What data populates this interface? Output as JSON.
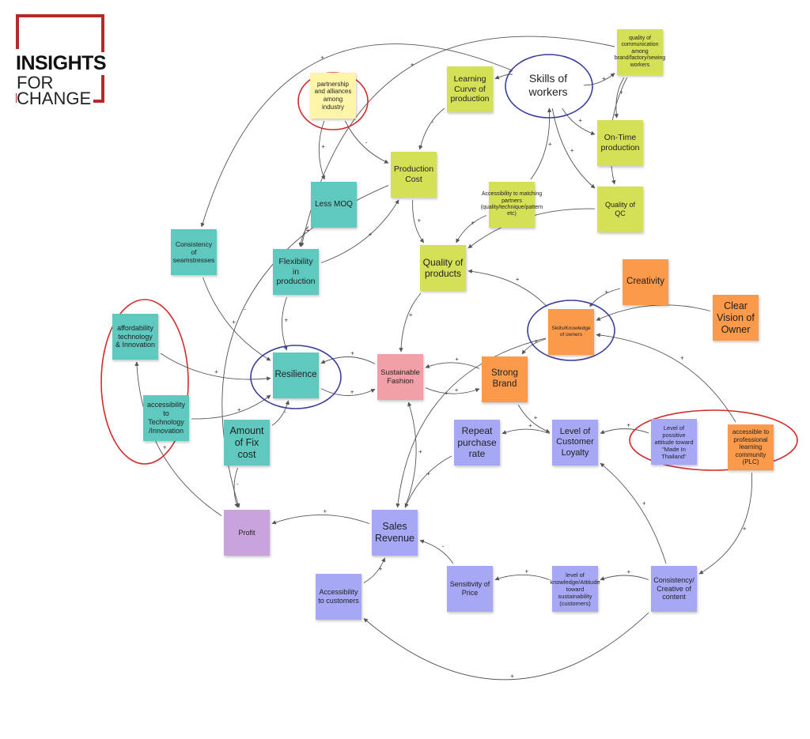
{
  "logo": {
    "line1": "INSIGHTS",
    "line2": "FOR",
    "line3": "CHANGE"
  },
  "colors": {
    "yellow": "#fff5a8",
    "lime": "#d4e157",
    "teal": "#5fc9bf",
    "pink": "#f2a0a8",
    "orange": "#fb9a4a",
    "blue": "#a6a8f5",
    "purple": "#c9a4dc",
    "ring_red": "#d22d2d",
    "ring_blue": "#3a3f9c",
    "edge": "#555555"
  },
  "nodes": [
    {
      "id": "partnership",
      "label": "partnership and alliances among industry",
      "color": "yellow"
    },
    {
      "id": "learning_curve",
      "label": "Learning Curve of production",
      "color": "lime"
    },
    {
      "id": "skills_workers",
      "label": "Skills of workers",
      "color": "lime"
    },
    {
      "id": "quality_comm",
      "label": "quality of communication among brand/factory/sewing workers",
      "color": "lime"
    },
    {
      "id": "ontime",
      "label": "On-Time production",
      "color": "lime"
    },
    {
      "id": "production_cost",
      "label": "Production Cost",
      "color": "lime"
    },
    {
      "id": "accessibility_partners",
      "label": "Accessibility to matching partners (quality/technique/pattern etc)",
      "color": "lime"
    },
    {
      "id": "quality_qc",
      "label": "Quality of QC",
      "color": "lime"
    },
    {
      "id": "quality_products",
      "label": "Quality of products",
      "color": "lime"
    },
    {
      "id": "less_moq",
      "label": "Less MOQ",
      "color": "teal"
    },
    {
      "id": "consistency_seam",
      "label": "Consistency of seamstresses",
      "color": "teal"
    },
    {
      "id": "flexibility",
      "label": "Flexibility in production",
      "color": "teal"
    },
    {
      "id": "affordability",
      "label": "affordability technology & Innovation",
      "color": "teal"
    },
    {
      "id": "resilience",
      "label": "Resilience",
      "color": "teal"
    },
    {
      "id": "access_tech",
      "label": "accessibility to Technology /Innovation",
      "color": "teal"
    },
    {
      "id": "fix_cost",
      "label": "Amount of Fix cost",
      "color": "teal"
    },
    {
      "id": "sustainable",
      "label": "Sustainable Fashion",
      "color": "pink"
    },
    {
      "id": "creativity",
      "label": "Creativity",
      "color": "orange"
    },
    {
      "id": "skills_owners",
      "label": "Skills/Knowledge of owners",
      "color": "orange"
    },
    {
      "id": "clear_vision",
      "label": "Clear Vision of Owner",
      "color": "orange"
    },
    {
      "id": "strong_brand",
      "label": "Strong Brand",
      "color": "orange"
    },
    {
      "id": "plc",
      "label": "accessible to professional learning community (PLC)",
      "color": "orange"
    },
    {
      "id": "repeat",
      "label": "Repeat purchase rate",
      "color": "blue"
    },
    {
      "id": "loyalty",
      "label": "Level of Customer Loyalty",
      "color": "blue"
    },
    {
      "id": "attitude",
      "label": "Level of possitive attitude toward \"Made In Thailand\"",
      "color": "blue"
    },
    {
      "id": "sales",
      "label": "Sales Revenue",
      "color": "blue"
    },
    {
      "id": "access_customers",
      "label": "Accessibility to customers",
      "color": "blue"
    },
    {
      "id": "sensitivity",
      "label": "Sensitivity of Price",
      "color": "blue"
    },
    {
      "id": "knowledge_customers",
      "label": "level of knowledge/Attitude toward sustainability (customers)",
      "color": "blue"
    },
    {
      "id": "consistency_content",
      "label": "Consistency/ Creative of content",
      "color": "blue"
    },
    {
      "id": "profit",
      "label": "Profit",
      "color": "purple"
    }
  ],
  "edges": [
    {
      "from": "skills_workers",
      "to": "quality_comm",
      "sign": "+"
    },
    {
      "from": "skills_workers",
      "to": "learning_curve",
      "sign": "+"
    },
    {
      "from": "skills_workers",
      "to": "ontime",
      "sign": "+"
    },
    {
      "from": "skills_workers",
      "to": "quality_qc",
      "sign": "+"
    },
    {
      "from": "skills_workers",
      "to": "consistency_seam",
      "sign": "+"
    },
    {
      "from": "quality_comm",
      "to": "ontime",
      "sign": "+"
    },
    {
      "from": "quality_comm",
      "to": "quality_qc",
      "sign": "+"
    },
    {
      "from": "quality_comm",
      "to": "flexibility",
      "sign": "+"
    },
    {
      "from": "partnership",
      "to": "production_cost",
      "sign": "-"
    },
    {
      "from": "partnership",
      "to": "less_moq",
      "sign": "+"
    },
    {
      "from": "learning_curve",
      "to": "production_cost",
      "sign": "-"
    },
    {
      "from": "accessibility_partners",
      "to": "skills_workers",
      "sign": "+"
    },
    {
      "from": "accessibility_partners",
      "to": "quality_products",
      "sign": "+"
    },
    {
      "from": "production_cost",
      "to": "quality_products",
      "sign": "+"
    },
    {
      "from": "production_cost",
      "to": "profit",
      "sign": "-"
    },
    {
      "from": "less_moq",
      "to": "flexibility",
      "sign": "+"
    },
    {
      "from": "flexibility",
      "to": "production_cost",
      "sign": "+"
    },
    {
      "from": "flexibility",
      "to": "resilience",
      "sign": "+"
    },
    {
      "from": "quality_qc",
      "to": "quality_products",
      "sign": "+"
    },
    {
      "from": "quality_products",
      "to": "sustainable",
      "sign": "+"
    },
    {
      "from": "consistency_seam",
      "to": "resilience",
      "sign": "+"
    },
    {
      "from": "affordability",
      "to": "resilience",
      "sign": "+"
    },
    {
      "from": "access_tech",
      "to": "resilience",
      "sign": "+"
    },
    {
      "from": "fix_cost",
      "to": "resilience",
      "sign": "-"
    },
    {
      "from": "fix_cost",
      "to": "profit",
      "sign": "-"
    },
    {
      "from": "resilience",
      "to": "sustainable",
      "sign": "+"
    },
    {
      "from": "sustainable",
      "to": "resilience",
      "sign": "+"
    },
    {
      "from": "sustainable",
      "to": "strong_brand",
      "sign": "+"
    },
    {
      "from": "strong_brand",
      "to": "sustainable",
      "sign": "+"
    },
    {
      "from": "strong_brand",
      "to": "loyalty",
      "sign": "+"
    },
    {
      "from": "creativity",
      "to": "skills_owners",
      "sign": "+"
    },
    {
      "from": "clear_vision",
      "to": "skills_owners",
      "sign": "+"
    },
    {
      "from": "skills_owners",
      "to": "quality_products",
      "sign": "+"
    },
    {
      "from": "skills_owners",
      "to": "strong_brand",
      "sign": "+"
    },
    {
      "from": "skills_owners",
      "to": "sales",
      "sign": "+"
    },
    {
      "from": "plc",
      "to": "skills_owners",
      "sign": "+"
    },
    {
      "from": "plc",
      "to": "consistency_content",
      "sign": "+"
    },
    {
      "from": "attitude",
      "to": "loyalty",
      "sign": "+"
    },
    {
      "from": "loyalty",
      "to": "repeat",
      "sign": "+"
    },
    {
      "from": "repeat",
      "to": "sales",
      "sign": "+"
    },
    {
      "from": "sales",
      "to": "sustainable",
      "sign": "+"
    },
    {
      "from": "sales",
      "to": "profit",
      "sign": "+"
    },
    {
      "from": "access_customers",
      "to": "sales",
      "sign": "+"
    },
    {
      "from": "sensitivity",
      "to": "sales",
      "sign": "-"
    },
    {
      "from": "knowledge_customers",
      "to": "sensitivity",
      "sign": "+"
    },
    {
      "from": "consistency_content",
      "to": "knowledge_customers",
      "sign": "+"
    },
    {
      "from": "consistency_content",
      "to": "loyalty",
      "sign": "+"
    },
    {
      "from": "consistency_content",
      "to": "access_customers",
      "sign": "+"
    },
    {
      "from": "profit",
      "to": "affordability",
      "sign": "+"
    }
  ],
  "rings": [
    {
      "id": "ring_partnership",
      "color": "ring_red"
    },
    {
      "id": "ring_skills_workers",
      "color": "ring_blue"
    },
    {
      "id": "ring_resilience",
      "color": "ring_blue"
    },
    {
      "id": "ring_skills_owners",
      "color": "ring_blue"
    },
    {
      "id": "ring_tech",
      "color": "ring_red"
    },
    {
      "id": "ring_attitude_plc",
      "color": "ring_red"
    }
  ]
}
